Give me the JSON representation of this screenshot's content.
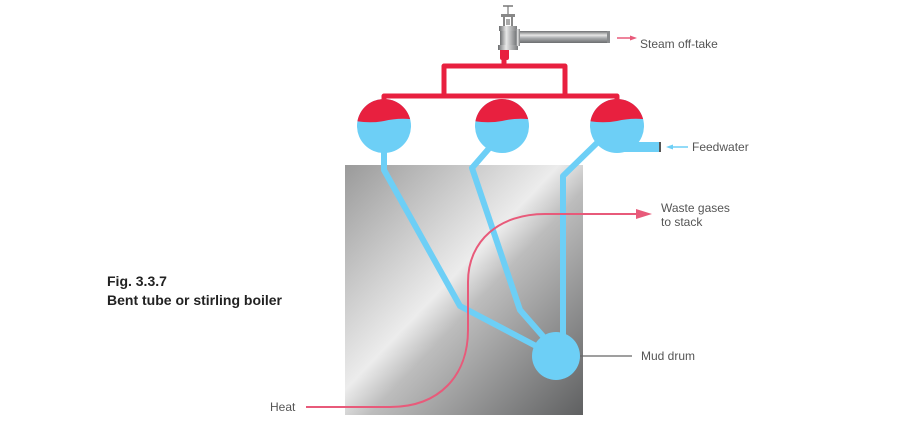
{
  "figure": {
    "number": "Fig. 3.3.7",
    "caption": "Bent tube or stirling boiler"
  },
  "labels": {
    "steam_offtake": "Steam off-take",
    "feedwater": "Feedwater",
    "waste_gases_line1": "Waste gases",
    "waste_gases_line2": "to stack",
    "mud_drum": "Mud drum",
    "heat": "Heat"
  },
  "colors": {
    "steam": "#e8203f",
    "water": "#6dcff6",
    "gas_flow": "#e85a7a",
    "furnace_dark": "#6a6b6c",
    "furnace_light": "#f0f0f0",
    "pipe": "#9a9c9e",
    "label_text": "#555555"
  }
}
